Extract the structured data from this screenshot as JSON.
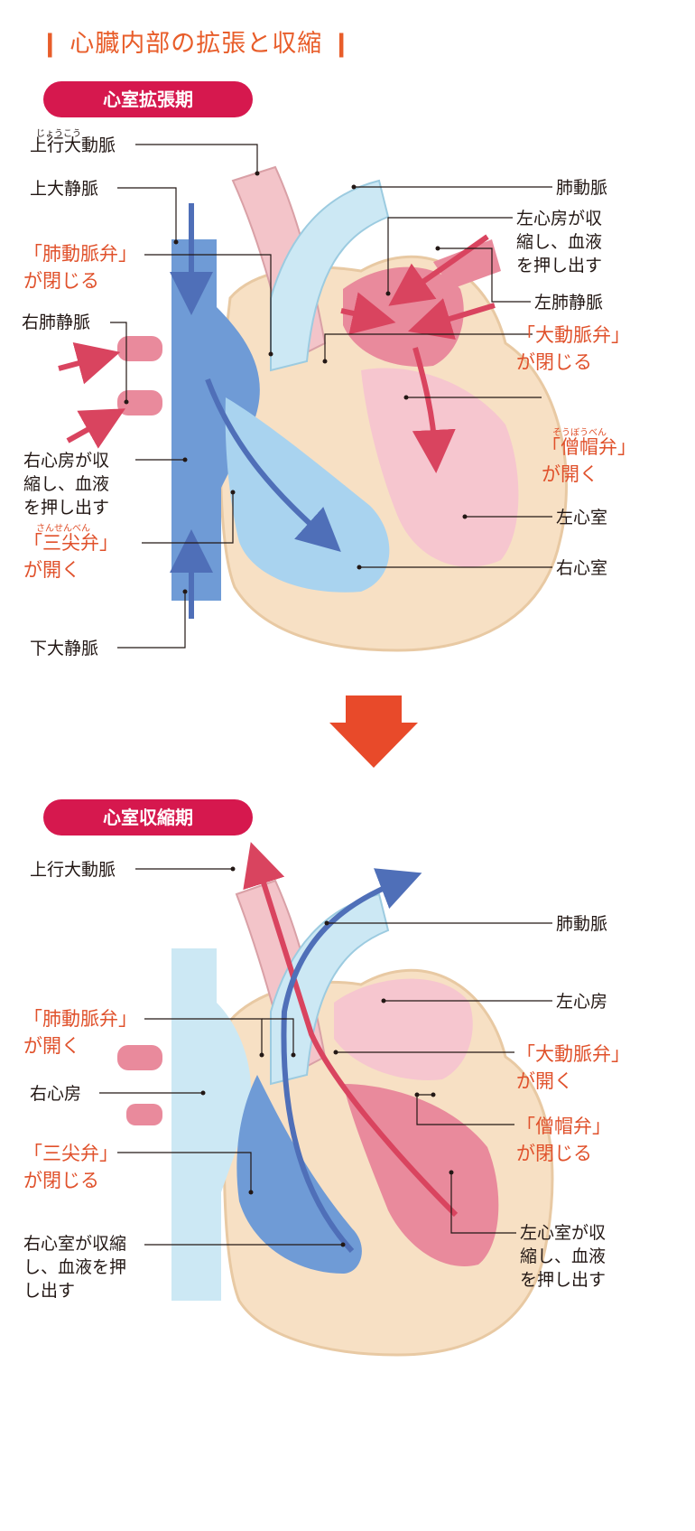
{
  "title": "心臓内部の拡張と収縮",
  "colors": {
    "accent": "#e0512b",
    "pill": "#d6184e",
    "artery_red": "#e36b7d",
    "vein_blue": "#5b8fce",
    "muscle": "#f7e0c4"
  },
  "diastole": {
    "heading": "心室拡張期",
    "labels": {
      "ascending_aorta_ruby": "じょうこう",
      "ascending_aorta": "上行大動脈",
      "superior_vena_cava": "上大静脈",
      "pulmonary_valve_closes": "「肺動脈弁」\nが閉じる",
      "right_pulmonary_vein": "右肺静脈",
      "right_atrium_contracts": "右心房が収\n縮し、血液\nを押し出す",
      "tricuspid_ruby": "さんせんべん",
      "tricuspid_opens": "「三尖弁」\nが開く",
      "inferior_vena_cava": "下大静脈",
      "pulmonary_artery": "肺動脈",
      "left_atrium_contracts": "左心房が収\n縮し、血液\nを押し出す",
      "left_pulmonary_vein": "左肺静脈",
      "aortic_valve_closes": "「大動脈弁」\nが閉じる",
      "mitral_ruby": "そうぼうべん",
      "mitral_opens": "「僧帽弁」\nが開く",
      "left_ventricle": "左心室",
      "right_ventricle": "右心室"
    }
  },
  "systole": {
    "heading": "心室収縮期",
    "labels": {
      "ascending_aorta": "上行大動脈",
      "pulmonary_artery": "肺動脈",
      "left_atrium": "左心房",
      "pulmonary_valve_opens": "「肺動脈弁」\nが開く",
      "aortic_valve_opens": "「大動脈弁」\nが開く",
      "right_atrium": "右心房",
      "mitral_closes": "「僧帽弁」\nが閉じる",
      "tricuspid_closes": "「三尖弁」\nが閉じる",
      "right_ventricle_contracts": "右心室が収縮\nし、血液を押\nし出す",
      "left_ventricle_contracts": "左心室が収\n縮し、血液\nを押し出す"
    }
  }
}
